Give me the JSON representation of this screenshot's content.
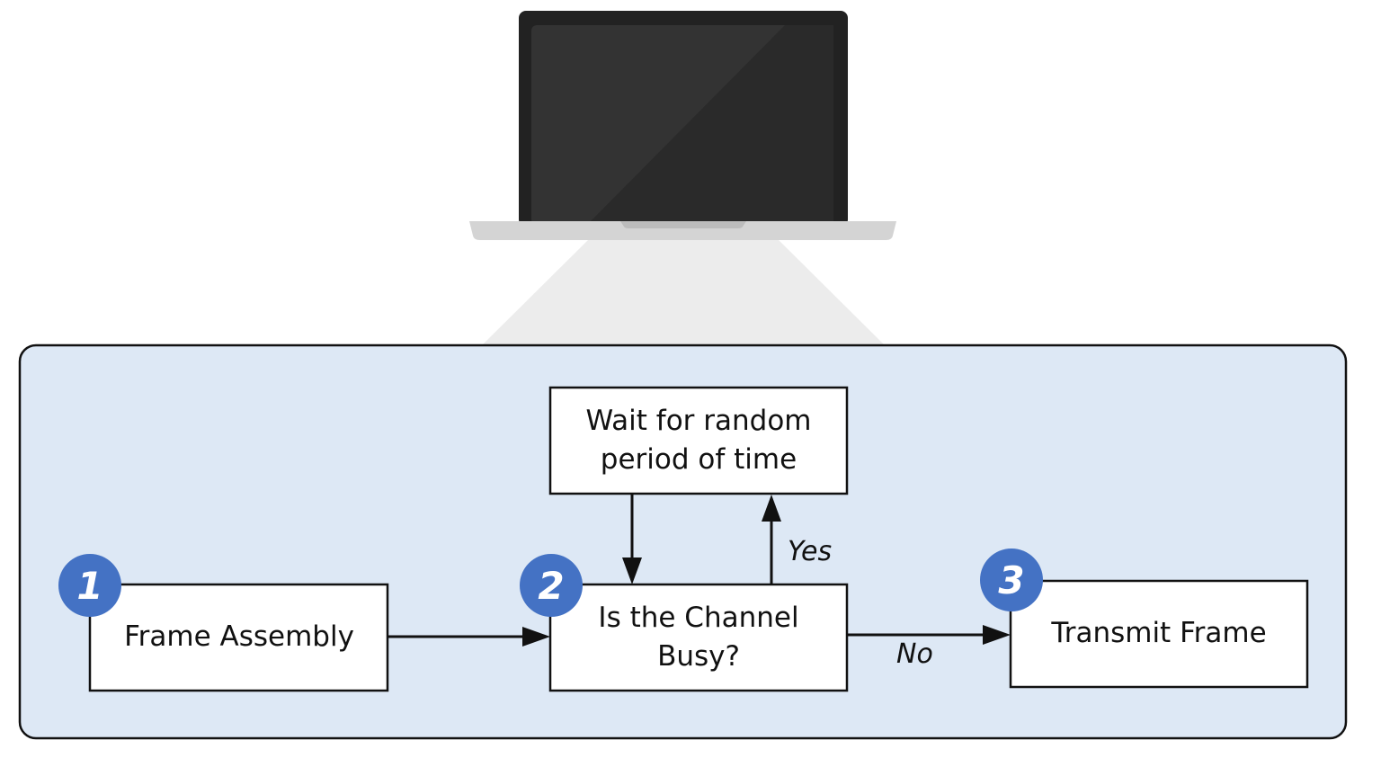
{
  "diagram": {
    "nodes": {
      "frame_assembly": {
        "label": "Frame Assembly",
        "step": "1"
      },
      "channel_busy": {
        "label_line1": "Is the Channel",
        "label_line2": "Busy?",
        "step": "2"
      },
      "transmit_frame": {
        "label": "Transmit Frame",
        "step": "3"
      },
      "wait": {
        "label_line1": "Wait for random",
        "label_line2": "period of time"
      }
    },
    "edges": {
      "yes_label": "Yes",
      "no_label": "No"
    }
  },
  "colors": {
    "panel_fill": "#dde8f5",
    "badge_fill": "#4472c4",
    "laptop_body": "#222222",
    "laptop_screen": "#333333",
    "laptop_base": "#d4d4d4",
    "projection": "#ececec"
  },
  "icons": [
    "laptop-icon"
  ]
}
